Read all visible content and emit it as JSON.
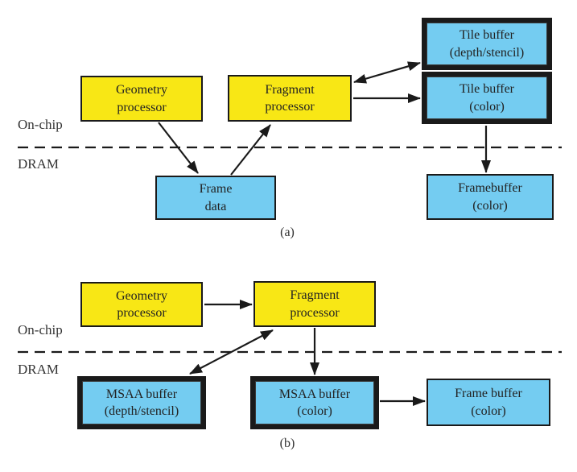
{
  "colors": {
    "processor_fill": "#f8e715",
    "buffer_fill": "#74ccf1",
    "line": "#1a1a1a"
  },
  "diagram_a": {
    "caption": "(a)",
    "labels": {
      "on_chip": "On-chip",
      "dram": "DRAM"
    },
    "nodes": {
      "geometry_processor": "Geometry\nprocessor",
      "fragment_processor": "Fragment\nprocessor",
      "tile_buffer_depth_stencil": "Tile buffer\n(depth/stencil)",
      "tile_buffer_color": "Tile buffer\n(color)",
      "frame_data": "Frame\ndata",
      "framebuffer_color": "Framebuffer\n(color)"
    }
  },
  "diagram_b": {
    "caption": "(b)",
    "labels": {
      "on_chip": "On-chip",
      "dram": "DRAM"
    },
    "nodes": {
      "geometry_processor": "Geometry\nprocessor",
      "fragment_processor": "Fragment\nprocessor",
      "msaa_buffer_depth_stencil": "MSAA buffer\n(depth/stencil)",
      "msaa_buffer_color": "MSAA buffer\n(color)",
      "frame_buffer_color": "Frame buffer\n(color)"
    }
  }
}
